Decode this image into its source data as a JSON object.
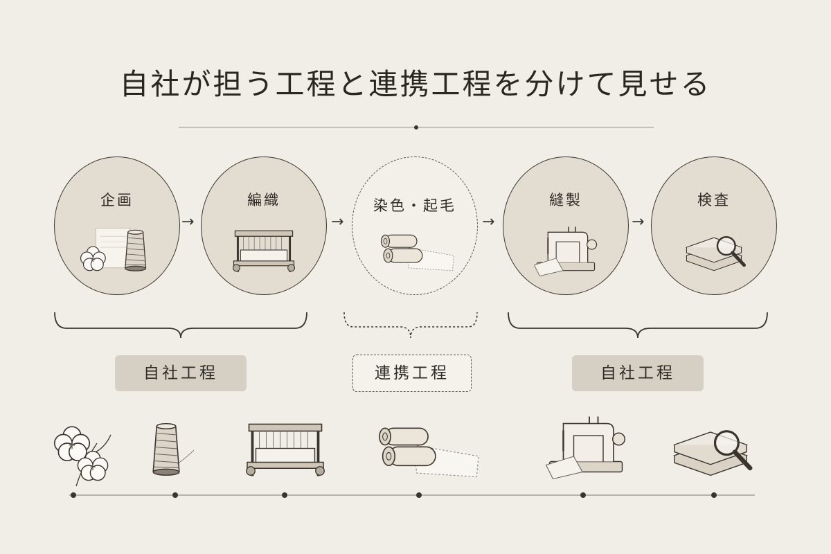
{
  "title": "自社が担う工程と連携工程を分けて見せる",
  "stages": [
    {
      "label": "企画",
      "group": "own",
      "icon": "cotton-and-thread-spool-icon"
    },
    {
      "label": "編織",
      "group": "own",
      "icon": "loom-icon"
    },
    {
      "label": "染色・起毛",
      "group": "partner",
      "icon": "fabric-rolls-icon"
    },
    {
      "label": "縫製",
      "group": "own",
      "icon": "sewing-machine-icon"
    },
    {
      "label": "検査",
      "group": "own",
      "icon": "folded-towels-magnifier-icon"
    }
  ],
  "groups": {
    "own_left": "自社工程",
    "partner": "連携工程",
    "own_right": "自社工程"
  },
  "timeline_icons": [
    "cotton-icon",
    "thread-spool-icon",
    "loom-icon",
    "fabric-rolls-icon",
    "sewing-machine-icon",
    "folded-towels-magnifier-icon"
  ],
  "colors": {
    "background": "#f1eee7",
    "own_fill": "#e2dcd1",
    "own_tag": "#d6cfc3",
    "ink": "#2f2b27"
  }
}
